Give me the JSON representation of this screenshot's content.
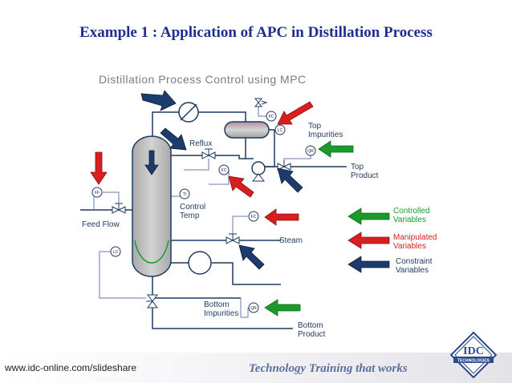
{
  "slide": {
    "title": "Example 1 : Application of APC in Distillation Process",
    "footer_url": "www.idc-online.com/slideshare",
    "tagline": "Technology Training that works"
  },
  "diagram": {
    "title": "Distillation Process Control using MPC",
    "labels": {
      "reflux": "Reflux",
      "feed_flow": "Feed Flow",
      "control_temp_1": "Control",
      "control_temp_2": "Temp",
      "top_impurities_1": "Top",
      "top_impurities_2": "Impurities",
      "top_product_1": "Top",
      "top_product_2": "Product",
      "steam": "Steam",
      "bottom_impurities_1": "Bottom",
      "bottom_impurities_2": "Impurities",
      "bottom_product_1": "Bottom",
      "bottom_product_2": "Product"
    },
    "instruments": {
      "pc": "PC",
      "lc_top": "LC",
      "qr_top": "QR",
      "fc_reflux": "FC",
      "ff": "FF",
      "ti": "TI",
      "fc_steam": "FC",
      "lc_bottom": "LC",
      "qr_bottom": "QR"
    },
    "legend": {
      "controlled_1": "Controlled",
      "controlled_2": "Variables",
      "manipulated_1": "Manipulated",
      "manipulated_2": "Variables",
      "constraint_1": "Constraint",
      "constraint_2": "Variables"
    },
    "colors": {
      "controlled": "#1a9a2a",
      "manipulated": "#d81e1e",
      "constraint": "#1c3c6e",
      "line": "#1e3a5f",
      "column": "#bdbdbd"
    }
  },
  "logo": {
    "text": "IDC",
    "subtext": "TECHNOLOGIES"
  }
}
